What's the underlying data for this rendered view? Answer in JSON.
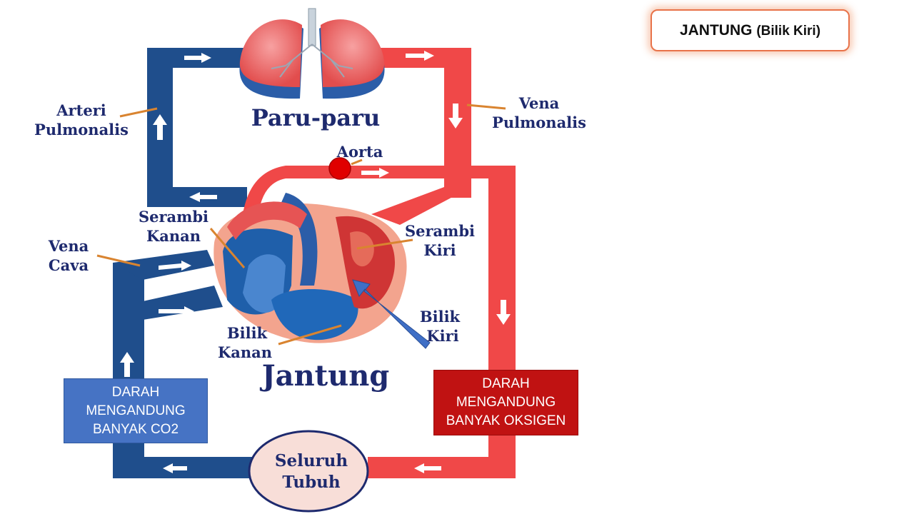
{
  "title": {
    "prefix": "JANTUNG",
    "suffix": "(Bilik Kiri)"
  },
  "labels": {
    "lungs": "Paru-paru",
    "heart": "Jantung",
    "body_line1": "Seluruh",
    "body_line2": "Tubuh",
    "aorta": "Aorta",
    "arteri_line1": "Arteri",
    "arteri_line2": "Pulmonalis",
    "vena_pulm_line1": "Vena",
    "vena_pulm_line2": "Pulmonalis",
    "serambi_kanan_line1": "Serambi",
    "serambi_kanan_line2": "Kanan",
    "serambi_kiri_line1": "Serambi",
    "serambi_kiri_line2": "Kiri",
    "vena_cava_line1": "Vena",
    "vena_cava_line2": "Cava",
    "bilik_kanan_line1": "Bilik",
    "bilik_kanan_line2": "Kanan",
    "bilik_kiri_line1": "Bilik",
    "bilik_kiri_line2": "Kiri"
  },
  "boxes": {
    "co2": [
      "DARAH",
      "MENGANDUNG",
      "BANYAK CO2"
    ],
    "o2": [
      "DARAH",
      "MENGANDUNG",
      "BANYAK OKSIGEN"
    ]
  },
  "colors": {
    "blue_vessel": "#1f4e8c",
    "red_vessel": "#f04848",
    "co2_box": "#4673c4",
    "o2_box": "#c01212",
    "pointer_arrow": "#3f6fc6",
    "marker_dot": "#e00000"
  }
}
